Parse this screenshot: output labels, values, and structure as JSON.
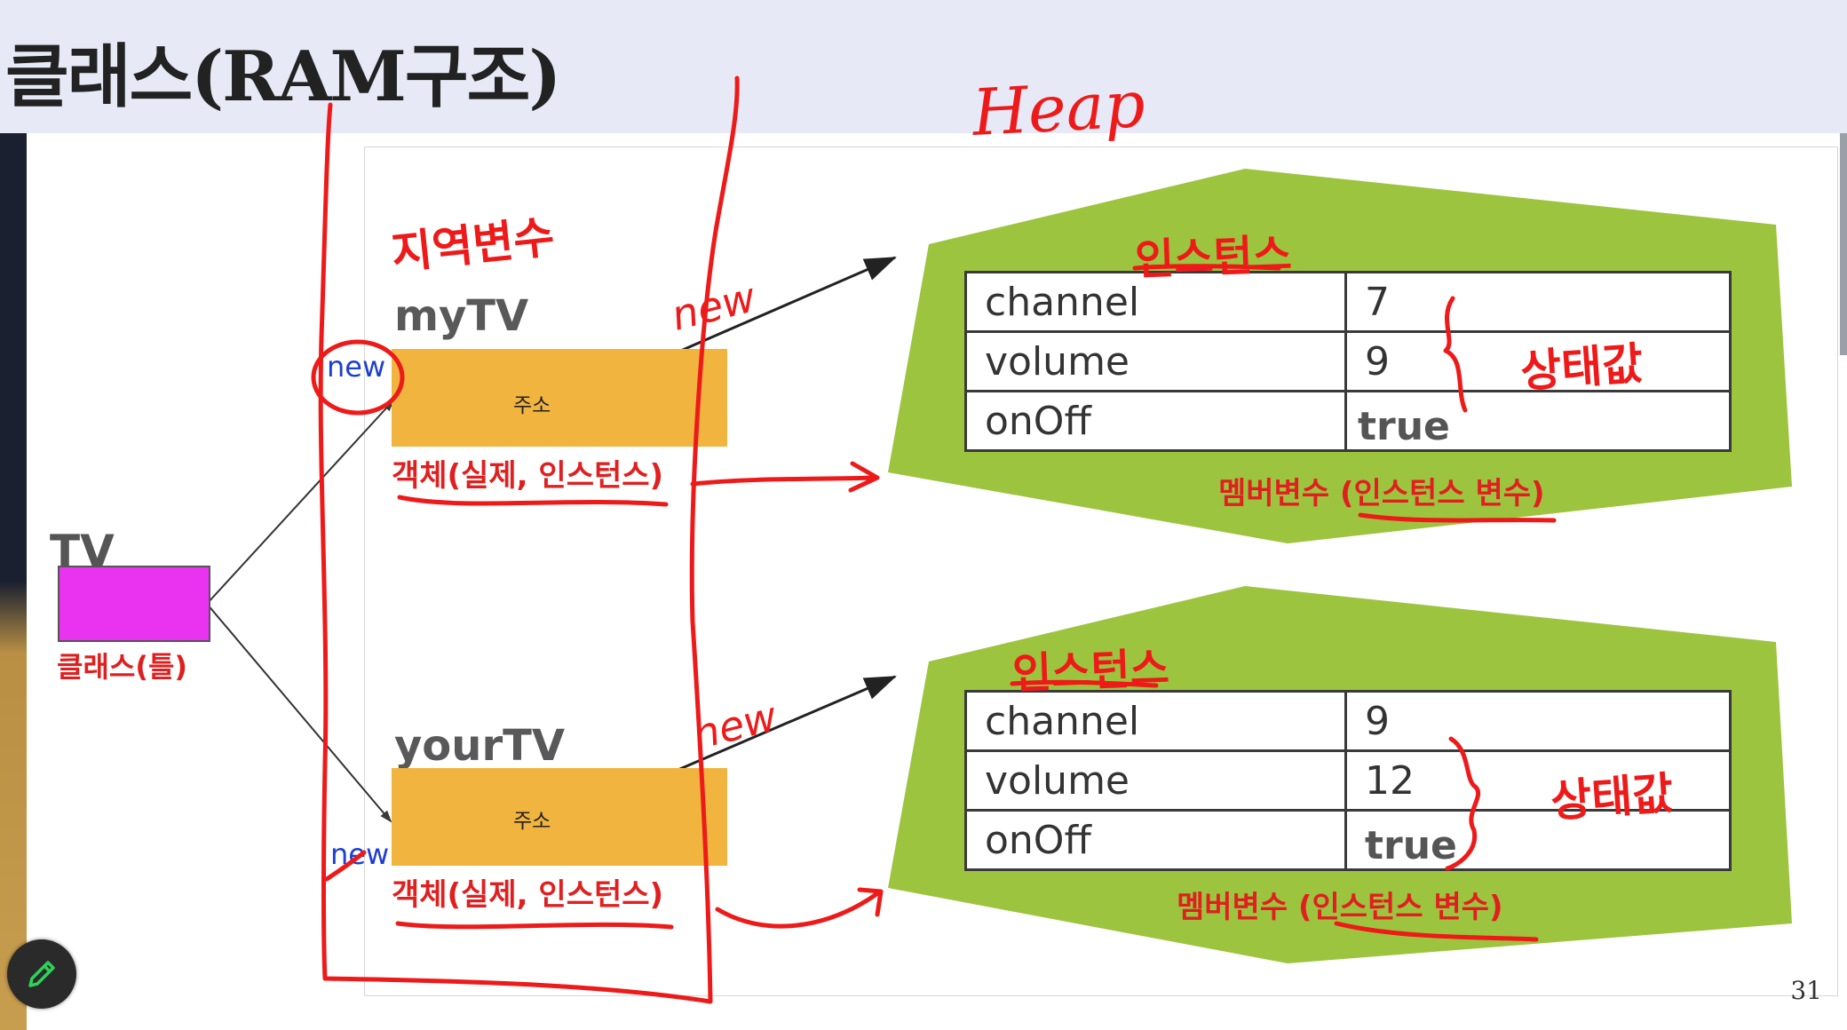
{
  "slide": {
    "title": "클래스(RAM구조)",
    "page_number": "31"
  },
  "class": {
    "name": "TV",
    "label": "클래스(틀)"
  },
  "variables": [
    {
      "name": "myTV",
      "address_label": "주소",
      "object_label": "객체(실제, 인스턴스)",
      "new_label": "new"
    },
    {
      "name": "yourTV",
      "address_label": "주소",
      "object_label": "객체(실제, 인스턴스)",
      "new_label": "new"
    }
  ],
  "instances": [
    {
      "rows": [
        {
          "field": "channel",
          "value": "7"
        },
        {
          "field": "volume",
          "value": "9"
        },
        {
          "field": "onOff",
          "value": "true"
        }
      ],
      "member_label": "멤버변수 (인스턴스 변수)"
    },
    {
      "rows": [
        {
          "field": "channel",
          "value": "9"
        },
        {
          "field": "volume",
          "value": "12"
        },
        {
          "field": "onOff",
          "value": "true"
        }
      ],
      "member_label": "멤버변수 (인스턴스 변수)"
    }
  ],
  "annotations": {
    "heap": "Heap",
    "local_variables": "지역변수",
    "instance_1": "인스턴스",
    "instance_2": "인스턴스",
    "new_1": "new",
    "new_2": "new",
    "state_1": "상태값",
    "state_2": "상태값"
  },
  "colors": {
    "annotation_red": "#ee1a1a",
    "instance_green": "#9dc43e",
    "address_orange": "#f0b43f",
    "class_magenta": "#e933f0",
    "title_bar": "#e7eaf6"
  },
  "icons": {
    "pen": "pencil-icon"
  }
}
